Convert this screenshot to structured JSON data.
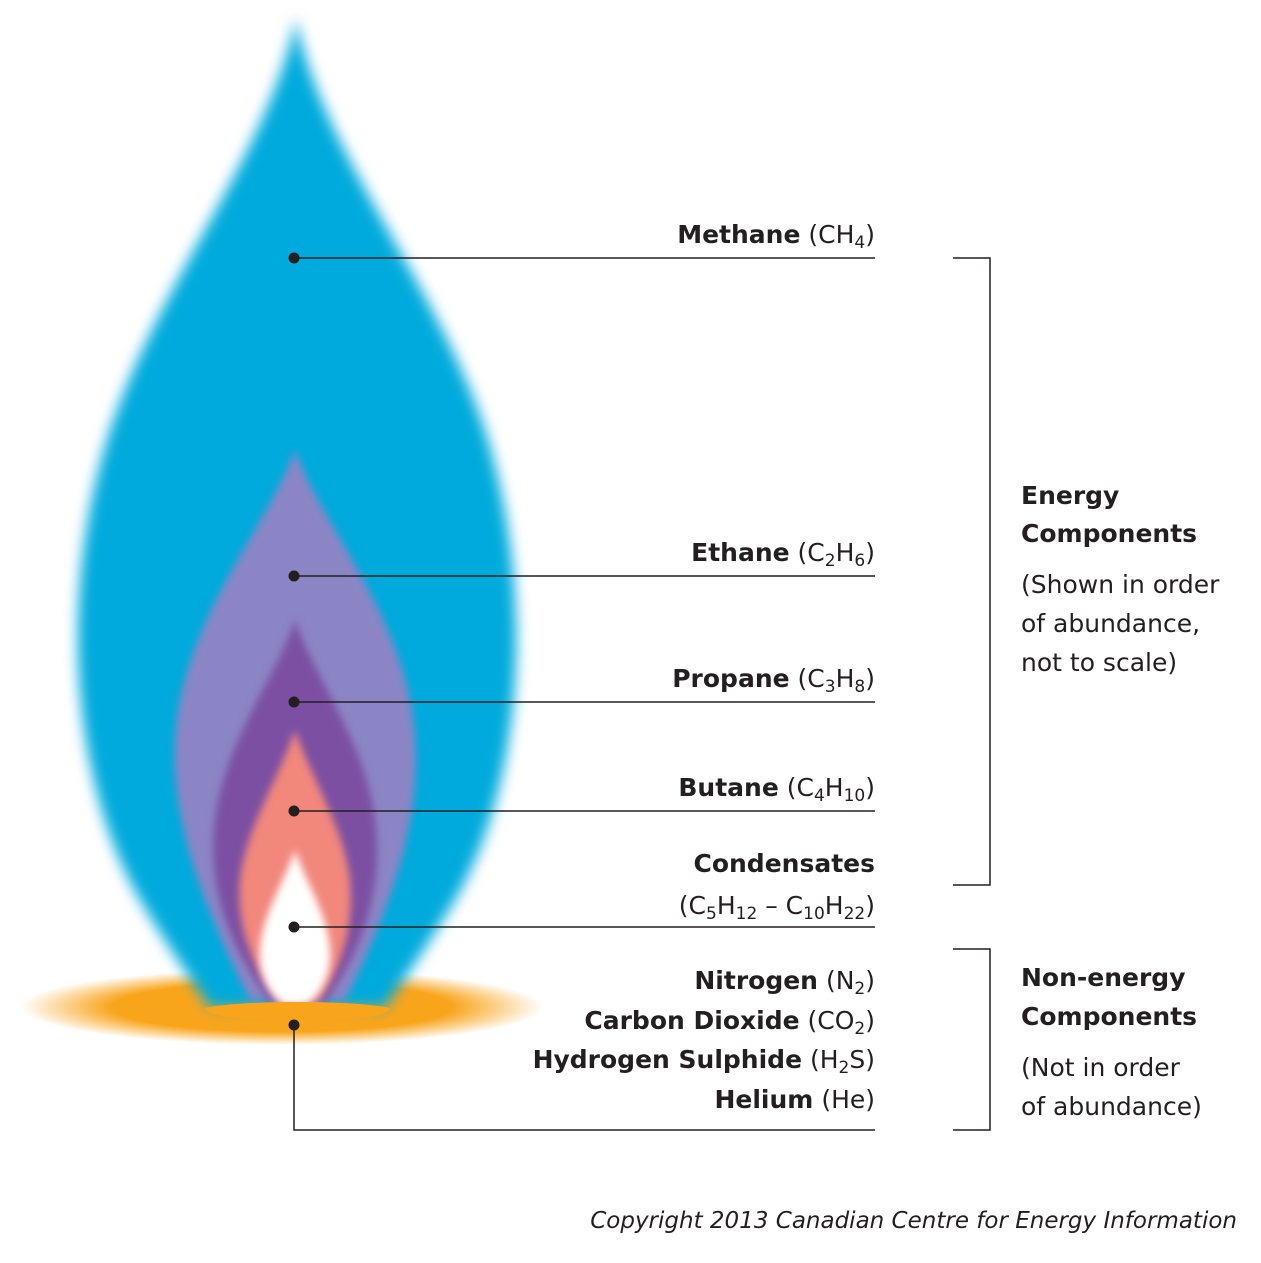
{
  "components": [
    {
      "name": "Methane",
      "formula_parts": [
        "(CH",
        "4",
        ")"
      ]
    },
    {
      "name": "Ethane",
      "formula_parts": [
        "(C",
        "2",
        "H",
        "6",
        ")"
      ]
    },
    {
      "name": "Propane",
      "formula_parts": [
        "(C",
        "3",
        "H",
        "8",
        ")"
      ]
    },
    {
      "name": "Butane",
      "formula_parts": [
        "(C",
        "4",
        "H",
        "10",
        ")"
      ]
    },
    {
      "name": "Condensates",
      "formula_parts": [
        "(C",
        "5",
        "H",
        "12",
        " – C",
        "10",
        "H",
        "22",
        ")"
      ]
    }
  ],
  "non_energy": [
    {
      "name": "Nitrogen",
      "formula_parts": [
        "(N",
        "2",
        ")"
      ]
    },
    {
      "name": "Carbon Dioxide",
      "formula_parts": [
        "(CO",
        "2",
        ")"
      ]
    },
    {
      "name": "Hydrogen Sulphide",
      "formula_parts": [
        "(H",
        "2",
        "S)"
      ]
    },
    {
      "name": "Helium",
      "formula_parts": [
        "(He)"
      ]
    }
  ],
  "groups": {
    "energy": {
      "title_lines": [
        "Energy",
        "Components"
      ],
      "note_lines": [
        "(Shown in order",
        "of abundance,",
        "not to scale)"
      ]
    },
    "non_energy": {
      "title_lines": [
        "Non-energy",
        "Components"
      ],
      "note_lines": [
        "(Not in order",
        "of abundance)"
      ]
    }
  },
  "copyright": "Copyright 2013 Canadian Centre for Energy Information",
  "colors": {
    "methane": "#00aadc",
    "ethane": "#8b85c5",
    "propane": "#7b4fa3",
    "butane": "#f2877b",
    "condensates": "#ffffff",
    "base": "#f9a51b",
    "line": "#231f20"
  }
}
